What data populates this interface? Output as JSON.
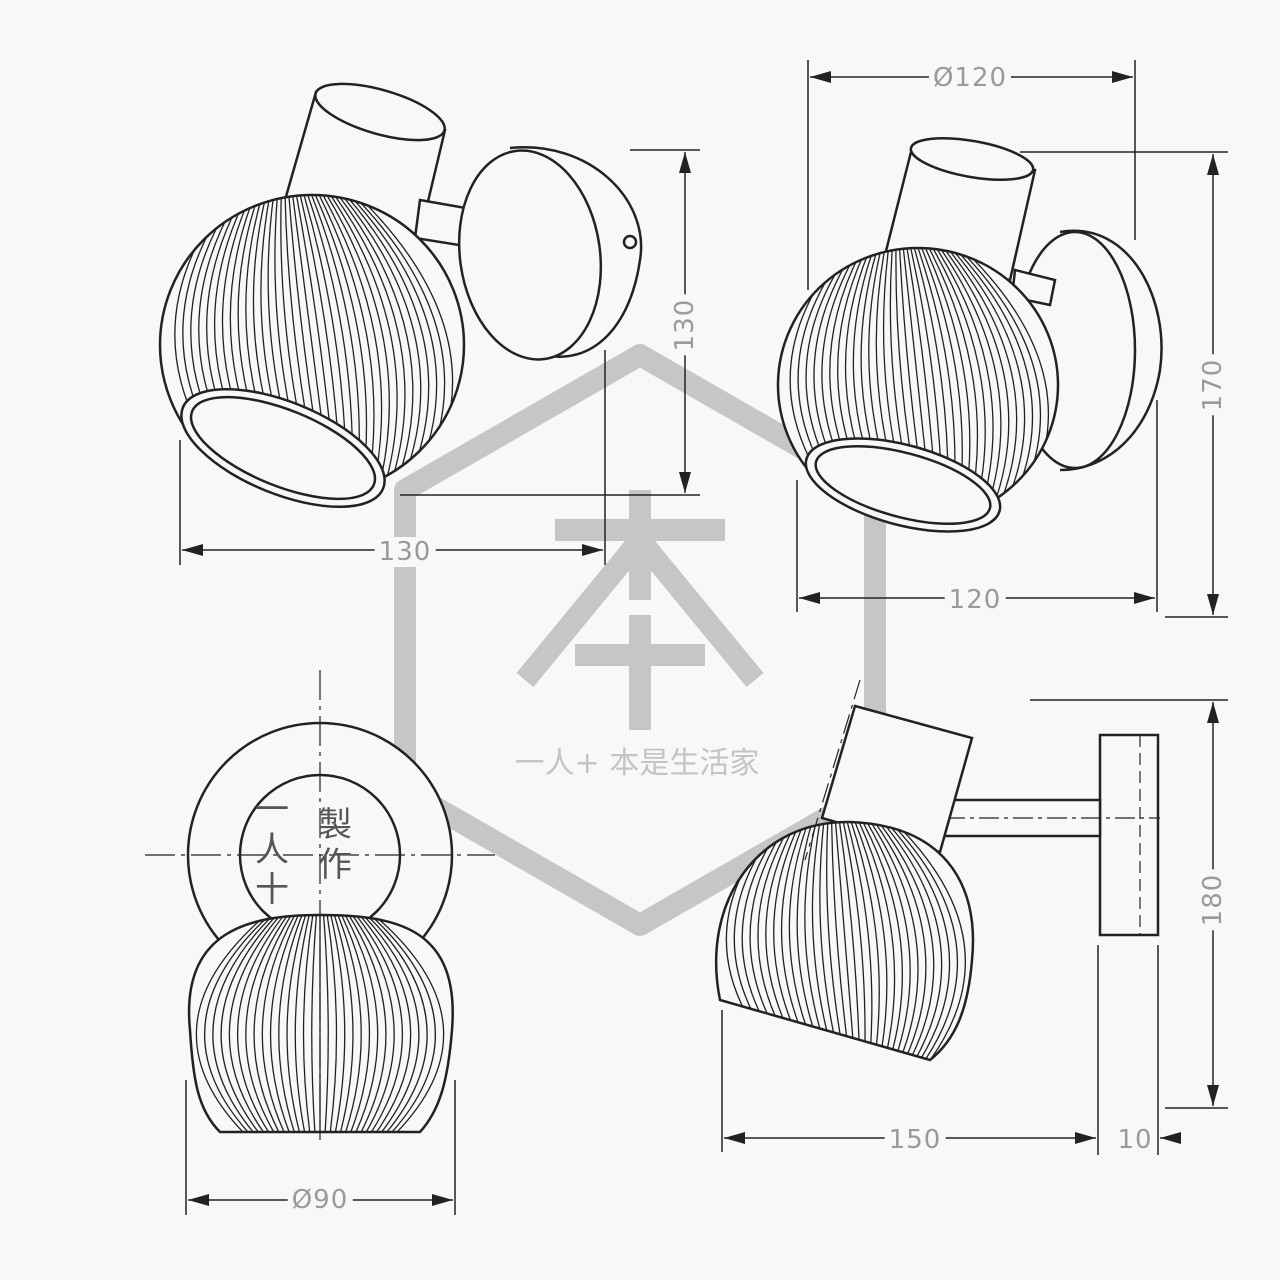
{
  "dimensions": {
    "top_left_height": "130",
    "top_left_width": "130",
    "top_right_diameter": "Ø120",
    "top_right_width": "120",
    "top_right_height": "170",
    "bottom_right_height": "180",
    "bottom_right_projection": "150",
    "bottom_right_base": "10",
    "bottom_left_diameter": "Ø90"
  },
  "watermark": {
    "logo_char": "本",
    "caption": "一人+ 本是生活家",
    "stamp_col1": "一人十",
    "stamp_col2": "製作"
  },
  "colors": {
    "line": "#222222",
    "watermark": "#c6c6c6",
    "background": "#f8f8f8"
  }
}
